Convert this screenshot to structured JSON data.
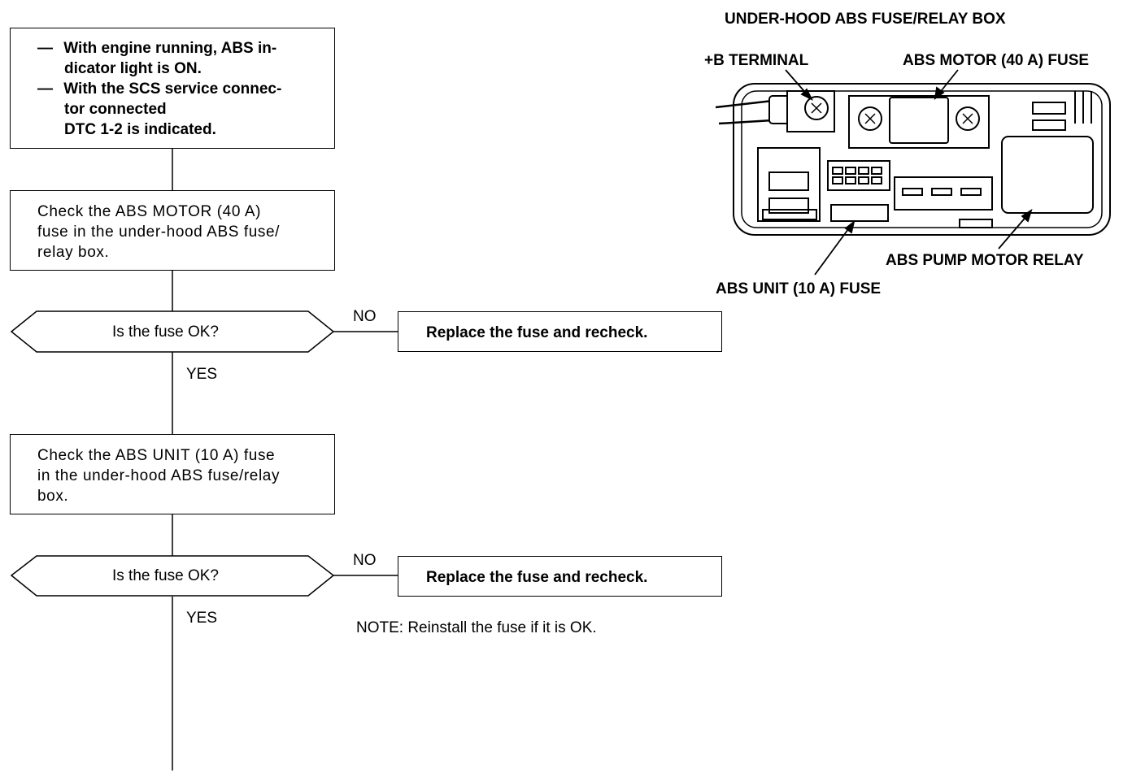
{
  "condition": {
    "lines": [
      {
        "dash": "—",
        "text": "With engine running, ABS in-"
      },
      {
        "dash": "",
        "text": "dicator light is ON."
      },
      {
        "dash": "—",
        "text": "With the SCS service connec-"
      },
      {
        "dash": "",
        "text": "tor connected"
      },
      {
        "dash": "",
        "text": "DTC 1-2 is indicated."
      }
    ]
  },
  "step1": {
    "lines": [
      "Check the ABS MOTOR (40 A)",
      "fuse in the under-hood ABS fuse/",
      "relay box."
    ]
  },
  "decision1": {
    "question": "Is the fuse OK?",
    "no_label": "NO",
    "yes_label": "YES",
    "no_action": "Replace the fuse and recheck."
  },
  "step2": {
    "lines": [
      "Check the ABS UNIT (10 A) fuse",
      "in the under-hood ABS fuse/relay",
      "box."
    ]
  },
  "decision2": {
    "question": "Is the fuse OK?",
    "no_label": "NO",
    "yes_label": "YES",
    "no_action": "Replace the fuse and recheck."
  },
  "note": "NOTE:  Reinstall the fuse if it is OK.",
  "illustration": {
    "title": "UNDER-HOOD ABS FUSE/RELAY BOX",
    "labels": {
      "b_terminal": "+B TERMINAL",
      "motor_fuse": "ABS MOTOR (40 A) FUSE",
      "pump_relay": "ABS PUMP MOTOR RELAY",
      "unit_fuse": "ABS UNIT (10 A) FUSE"
    }
  }
}
